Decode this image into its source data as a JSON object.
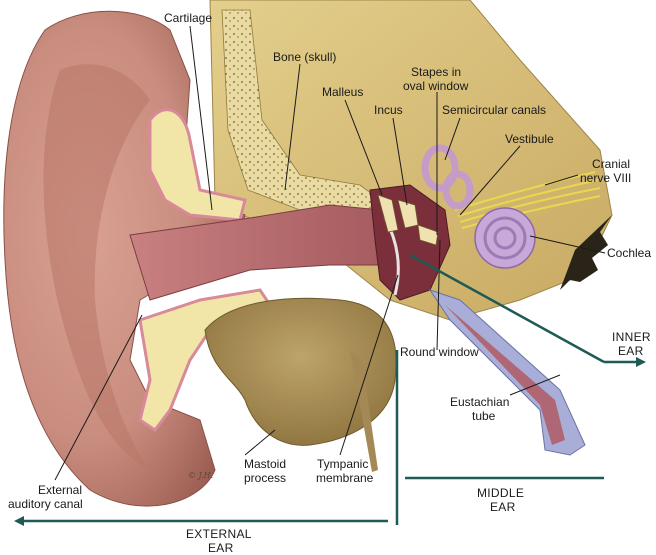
{
  "labels": {
    "cartilage": "Cartilage",
    "bone_skull": "Bone (skull)",
    "malleus": "Malleus",
    "incus": "Incus",
    "stapes_line1": "Stapes in",
    "stapes_line2": "oval window",
    "semicircular_canals": "Semicircular canals",
    "vestibule": "Vestibule",
    "cranial_nerve_line1": "Cranial",
    "cranial_nerve_line2": "nerve VIII",
    "cochlea": "Cochlea",
    "round_window": "Round window",
    "inner_ear_line1": "INNER",
    "inner_ear_line2": "EAR",
    "eustachian_line1": "Eustachian",
    "eustachian_line2": "tube",
    "middle_ear_line1": "MIDDLE",
    "middle_ear_line2": "EAR",
    "tympanic_line1": "Tympanic",
    "tympanic_line2": "membrane",
    "mastoid_line1": "Mastoid",
    "mastoid_line2": "process",
    "external_canal_line1": "External",
    "external_canal_line2": "auditory canal",
    "external_ear_line1": "EXTERNAL",
    "external_ear_line2": "EAR"
  },
  "colors": {
    "skin": "#c98d7f",
    "skin_dark": "#9c5e52",
    "canal": "#b5676a",
    "cartilage": "#f1e6a8",
    "bone": "#d8c07a",
    "bone_dark": "#8f7a3f",
    "mastoid": "#a98c52",
    "cochlea": "#c8a8d8",
    "nerve": "#efe36a",
    "tube": "#a8aed8",
    "teal": "#1f5a55"
  }
}
